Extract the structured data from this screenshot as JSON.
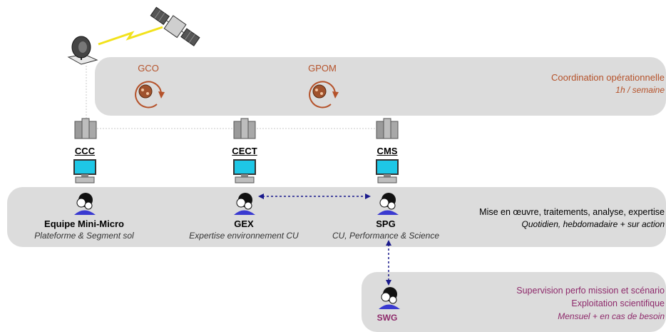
{
  "top_panel": {
    "gco": "GCO",
    "gpom": "GPOM",
    "title": "Coordination opérationnelle",
    "freq": "1h / semaine"
  },
  "servers": [
    {
      "label": "CCC"
    },
    {
      "label": "CECT"
    },
    {
      "label": "CMS"
    }
  ],
  "middle_panel": {
    "teams": [
      {
        "name": "Equipe Mini-Micro",
        "desc": "Plateforme & Segment sol"
      },
      {
        "name": "GEX",
        "desc": "Expertise environnement CU"
      },
      {
        "name": "SPG",
        "desc": "CU, Performance & Science"
      }
    ],
    "line1": "Mise en œuvre, traitements, analyse, expertise",
    "line2": "Quotidien, hebdomadaire + sur action"
  },
  "bottom_panel": {
    "name": "SWG",
    "line1": "Supervision perfo mission et scénario",
    "line2": "Exploitation scientifique",
    "line3": "Mensuel + en cas de besoin"
  },
  "colors": {
    "panel": "#dcdcdc",
    "brown": "#b5522a",
    "purple": "#8e2a6b",
    "arrow": "#1a1a8c"
  }
}
